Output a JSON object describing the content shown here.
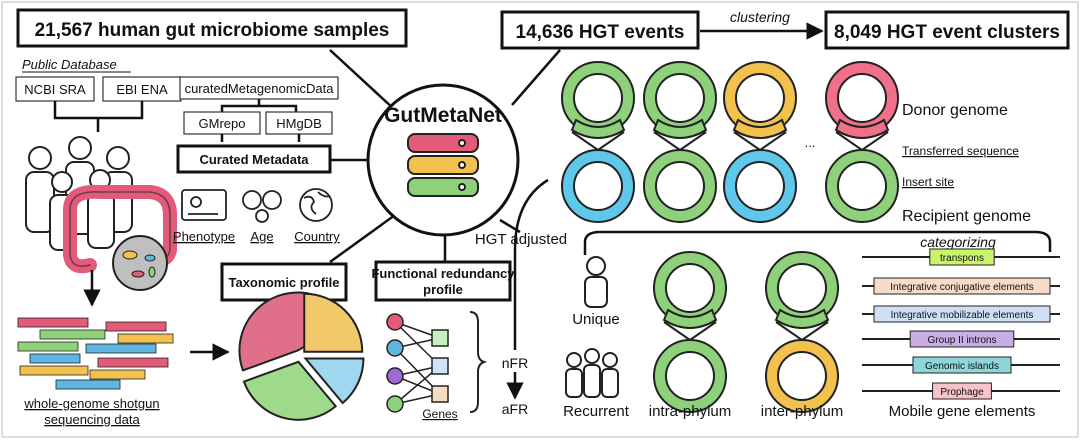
{
  "left": {
    "samples_title": "21,567 human gut microbiome samples",
    "public_db_label": "Public Database",
    "db1": "NCBI SRA",
    "db2": "EBI ENA",
    "wgs_line1": "whole-genome shotgun",
    "wgs_line2": "sequencing data"
  },
  "metadata": {
    "src1": "curatedMetagenomicData",
    "src2": "GMrepo",
    "src3": "HMgDB",
    "title": "Curated Metadata",
    "icons": [
      "Phenotype",
      "Age",
      "Country"
    ]
  },
  "hub": {
    "title": "GutMetaNet",
    "hgt_adjusted": "HGT adjusted"
  },
  "profiles": {
    "taxonomic": "Taxonomic profile",
    "functional_line1": "Functional redundancy",
    "functional_line2": "profile"
  },
  "functional": {
    "genes": "Genes",
    "nfr": "nFR",
    "afr": "aFR"
  },
  "pie_colors": [
    "#e0708a",
    "#f2c96a",
    "#9fd7f0",
    "#9fd98a"
  ],
  "hgt": {
    "events_title": "14,636 HGT events",
    "clustering": "clustering",
    "clusters_title": "8,049 HGT event clusters",
    "ellipsis": "...",
    "categorizing": "categorizing"
  },
  "pairs": [
    {
      "donor": "#8fd17a",
      "recipient": "#5fc7ea"
    },
    {
      "donor": "#8fd17a",
      "recipient": "#8fd17a"
    },
    {
      "donor": "#f2c14e",
      "recipient": "#5fc7ea"
    },
    {
      "donor": "#f0708a",
      "recipient": "#8fd17a"
    }
  ],
  "category_pairs": [
    {
      "donor": "#8fd17a",
      "recipient": "#8fd17a"
    },
    {
      "donor": "#8fd17a",
      "recipient": "#f2c14e"
    }
  ],
  "legend": {
    "donor": "Donor genome",
    "transferred": "Transferred sequence",
    "insert": "Insert site",
    "recipient": "Recipient genome"
  },
  "categories": {
    "unique": "Unique",
    "recurrent": "Recurrent",
    "intra": "intra-phylum",
    "inter": "inter-phylum"
  },
  "mge": {
    "title": "Mobile gene elements",
    "items": [
      {
        "label": "transpons",
        "color": "#c9f36b"
      },
      {
        "label": "Integrative conjugative elements",
        "color": "#f8dcc8"
      },
      {
        "label": "Integrative mobilizable elements",
        "color": "#cfe0f5"
      },
      {
        "label": "Group II introns",
        "color": "#c9aee6"
      },
      {
        "label": "Genomic islands",
        "color": "#8fd6d8"
      },
      {
        "label": "Prophage",
        "color": "#f7c2c8"
      }
    ]
  }
}
